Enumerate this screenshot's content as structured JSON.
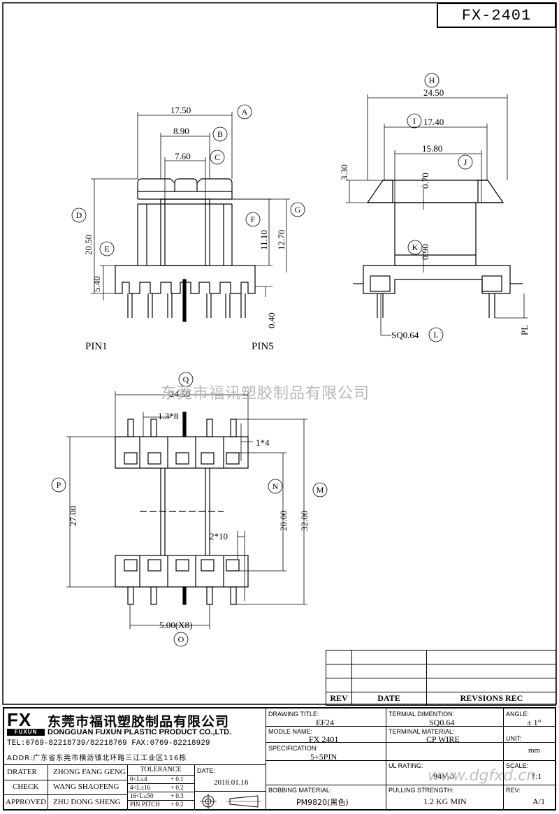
{
  "drawing_number": "FX-2401",
  "watermark": {
    "company_cn": "东莞市福讯塑胶制品有限公司",
    "url": "www.dgfxd.cn"
  },
  "front_view": {
    "dims": {
      "a": "17.50",
      "b": "8.90",
      "c": "7.60",
      "d": "20.50",
      "e": "5.40",
      "f": "11.10",
      "g": "12.70",
      "pin_t": "0.40"
    },
    "callouts": [
      "A",
      "B",
      "C",
      "D",
      "E",
      "F",
      "G"
    ],
    "pin1": "PIN1",
    "pin5": "PIN5"
  },
  "side_view": {
    "dims": {
      "h": "24.50",
      "i": "17.40",
      "j": "15.80",
      "h2": "3.30",
      "t1": "0.70",
      "t2": "0.90",
      "sq": "SQ0.64",
      "pl": "PL"
    },
    "callouts": [
      "H",
      "I",
      "J",
      "K",
      "L"
    ]
  },
  "bottom_view": {
    "dims": {
      "q": "24.50",
      "slot": "1.3*8",
      "w4": "1*4",
      "p": "27.00",
      "n": "20.00",
      "m": "32.00",
      "w10": "2*10",
      "o": "5.00(X8)"
    },
    "callouts": [
      "Q",
      "P",
      "N",
      "M",
      "O"
    ]
  },
  "revision_table": {
    "headers": [
      "REV",
      "DATE",
      "REVSIONS REC"
    ]
  },
  "company": {
    "logo": "FX",
    "logo_sub": "FUXUN",
    "name_cn": "东莞市福讯塑胶制品有限公司",
    "name_en": "DONGGUAN FUXUN PLASTIC PRODUCT CO.,LTD.",
    "tel": "TEL:0769-82218739/82218769  FAX:0769-82218929",
    "addr": "ADDR:广东省东莞市横沥镇北环路三江工业区116栋"
  },
  "people": [
    {
      "role": "DRATER",
      "name": "ZHONG FANG GENG"
    },
    {
      "role": "CHECK",
      "name": "WANG SHAOFENG"
    },
    {
      "role": "APPROVED",
      "name": "ZHU DONG SHENG"
    }
  ],
  "tolerance": {
    "title": "TOLERANCE",
    "rows": [
      [
        "0<L≤4",
        "+ 0.1"
      ],
      [
        "4<L≤16",
        "+ 0.2"
      ],
      [
        "16<L≤50",
        "+ 0.3"
      ],
      [
        "PIN PITCH",
        "+ 0.2"
      ]
    ]
  },
  "date": {
    "label": "DATE:",
    "value": "2018.01.16"
  },
  "fields": {
    "drawing_title": {
      "label": "DRAWING TITLE:",
      "value": "EF24"
    },
    "model_name": {
      "label": "MODLE NAME:",
      "value": "FX 2401"
    },
    "specification": {
      "label": "SPECIFICATION:",
      "value": "5+5PIN"
    },
    "bobbing_material": {
      "label": "BOBBING MATERIAL:",
      "value": "PM9820(黑色)"
    },
    "terminal_dimension": {
      "label": "TERMIAL DIMENTION:",
      "value": "SQ0.64"
    },
    "terminal_material": {
      "label": "TERMINAL MATERIAL:",
      "value": "CP WIRE"
    },
    "ul_rating": {
      "label": "UL RATING:",
      "value": "94V-0"
    },
    "pulling_strength": {
      "label": "PULLING STRENGTH:",
      "value": "1.2 KG MIN"
    },
    "angle": {
      "label": "ANGLE:",
      "value": "± 1°"
    },
    "unit": {
      "label": "UNIT:",
      "value": "mm"
    },
    "scale": {
      "label": "SCALE:",
      "value": "1:1"
    },
    "rev": {
      "label": "REV:",
      "value": "A/1"
    }
  }
}
